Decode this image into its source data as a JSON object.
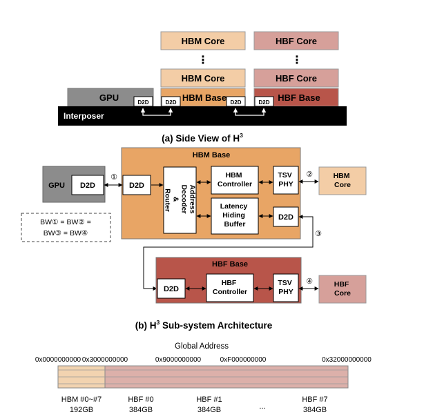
{
  "side": {
    "hbm_core_top": "HBM Core",
    "hbf_core_top": "HBF Core",
    "hbm_dots": "⋮",
    "hbf_dots": "⋮",
    "hbm_core": "HBM Core",
    "hbf_core": "HBF Core",
    "hbm_base": "HBM Base",
    "hbf_base": "HBF Base",
    "gpu": "GPU",
    "d2d": "D2D",
    "interposer": "Interposer",
    "caption_main": "(a) Side View of H",
    "caption_sup": "3"
  },
  "arch": {
    "hbm_base_title": "HBM Base",
    "gpu": "GPU",
    "d2d": "D2D",
    "addr_decoder_lines": [
      "Address",
      "Decoder",
      "&",
      "Router"
    ],
    "hbm_controller_lines": [
      "HBM",
      "Controller"
    ],
    "tsv_phy_lines": [
      "TSV",
      "PHY"
    ],
    "latency_buffer_lines": [
      "Latency",
      "Hiding",
      "Buffer"
    ],
    "hbm_core_lines": [
      "HBM",
      "Core"
    ],
    "hbf_base_title": "HBF Base",
    "hbf_controller_lines": [
      "HBF",
      "Controller"
    ],
    "hbf_core_lines": [
      "HBF",
      "Core"
    ],
    "mark1": "①",
    "mark2": "②",
    "mark3": "③",
    "mark4": "④",
    "bw_line1": "BW① = BW② =",
    "bw_line2": "BW③ = BW④",
    "caption_main": "(b) H",
    "caption_sup": "3",
    "caption_rest": " Sub-system Architecture"
  },
  "address": {
    "title": "Global Address",
    "ticks": [
      "0x0000000000",
      "0x3000000000",
      "0x9000000000",
      "0xF000000000",
      "0x32000000000"
    ],
    "regions": [
      {
        "name": "HBM #0~#7",
        "size": "192GB"
      },
      {
        "name": "HBF #0",
        "size": "384GB"
      },
      {
        "name": "HBF #1",
        "size": "384GB"
      },
      {
        "name": "...",
        "size": ""
      },
      {
        "name": "HBF #7",
        "size": "384GB"
      }
    ]
  },
  "colors": {
    "hbm_core": "#f3cda6",
    "hbm_base": "#e8a565",
    "hbf_core": "#d6a09a",
    "hbf_base": "#b8554a",
    "gpu": "#8c8c8c",
    "interposer": "#000000",
    "addr_hbm": "#f2d3b0",
    "addr_hbf": "#dcb0aa"
  }
}
